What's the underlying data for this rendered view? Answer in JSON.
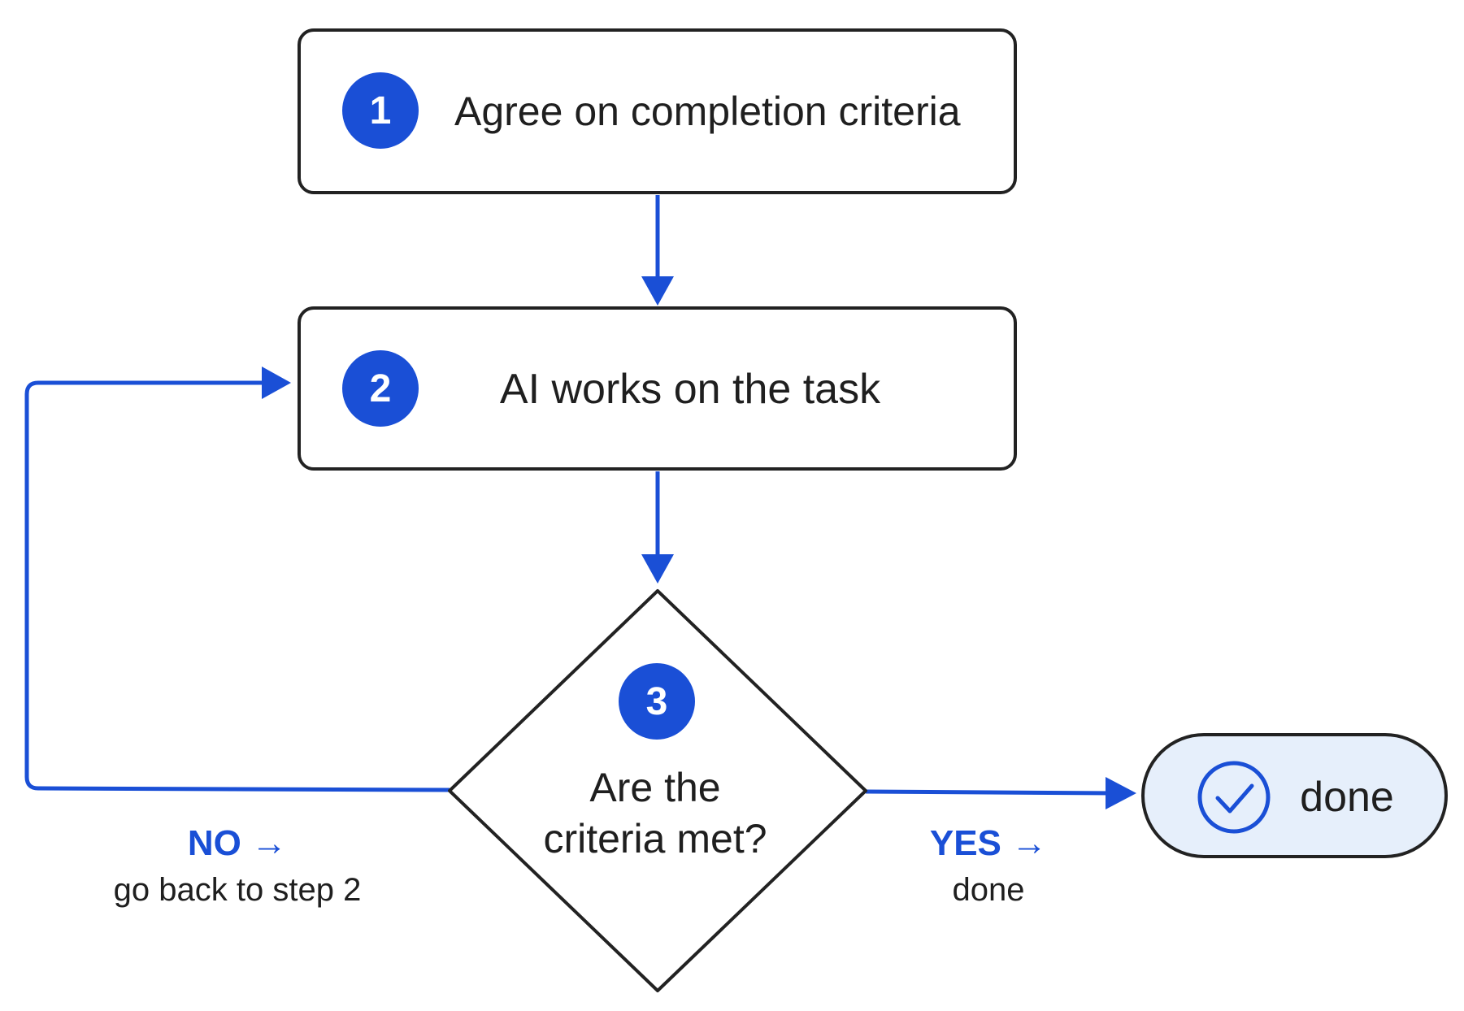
{
  "colors": {
    "accent": "#1a4fd6",
    "stroke": "#222222",
    "done_fill": "#e6effb",
    "text": "#1f1f1f"
  },
  "steps": [
    {
      "number": "1",
      "label": "Agree on completion criteria"
    },
    {
      "number": "2",
      "label": "AI works on the task"
    },
    {
      "number": "3",
      "label_line1": "Are the",
      "label_line2": "criteria met?"
    }
  ],
  "end": {
    "icon": "check-circle-icon",
    "label": "done"
  },
  "branches": {
    "no": {
      "key": "NO →",
      "detail": "go back to step 2"
    },
    "yes": {
      "key": "YES →",
      "detail": "done"
    }
  }
}
